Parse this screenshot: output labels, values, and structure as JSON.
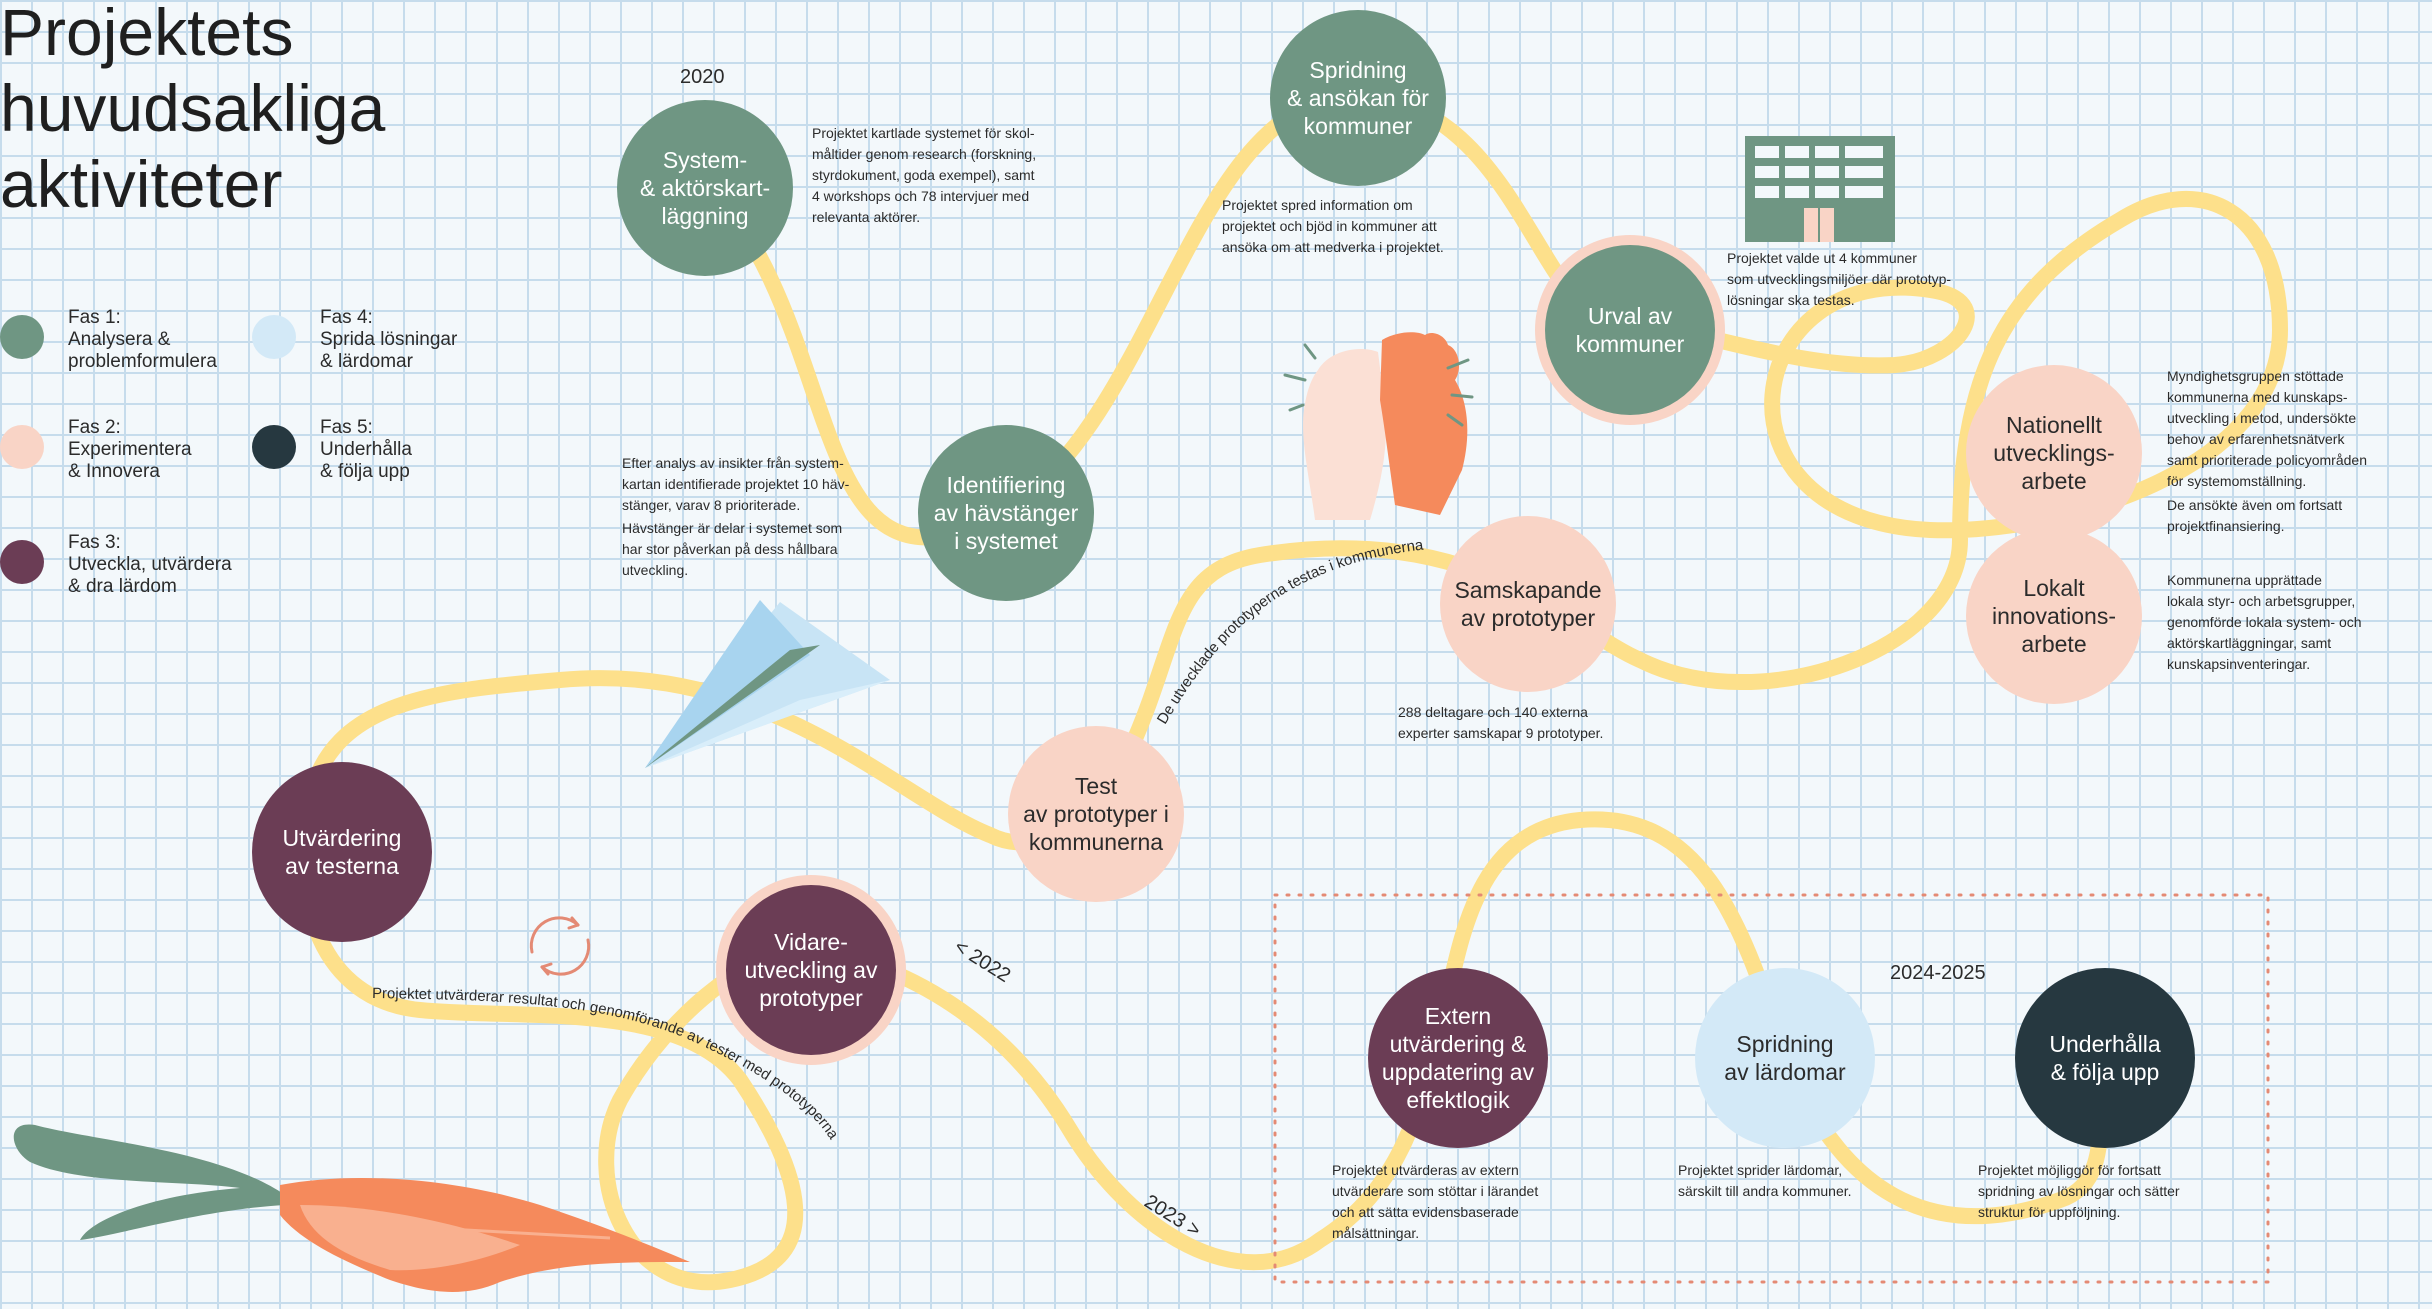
{
  "title": "Projektets\nhuvudsakliga\naktiviteter",
  "colors": {
    "phase1": "#6f9683",
    "phase2": "#f9d4c6",
    "phase3": "#6b3d55",
    "phase4": "#d3e9f7",
    "phase5": "#263840",
    "path": "#fde08b",
    "dotted_frame": "#e48a74"
  },
  "legend": [
    {
      "label": "Fas 1:\nAnalysera &\nproblemformulera"
    },
    {
      "label": "Fas 2:\nExperimentera\n& Innovera"
    },
    {
      "label": "Fas 3:\nUtveckla, utvärdera\n& dra lärdom"
    },
    {
      "label": "Fas 4:\nSprida lösningar\n & lärdomar"
    },
    {
      "label": "Fas 5:\nUnderhålla\n& följa upp"
    }
  ],
  "years": {
    "y2020": "2020",
    "y2022": "< 2022",
    "y2023": "2023 >",
    "y2024": "2024-2025"
  },
  "nodes": {
    "system": "System-\n& aktörskart-\nläggning",
    "identifiering": "Identifiering\nav hävstänger\ni systemet",
    "spridning_kommuner": "Spridning\n& ansökan för\nkommuner",
    "urval": "Urval av\nkommuner",
    "nationellt": "Nationellt\nutvecklings-\narbete",
    "lokalt": "Lokalt\ninnovations-\narbete",
    "samskapande": "Samskapande\nav prototyper",
    "test": "Test\nav prototyper i\nkommunerna",
    "utvardering": "Utvärdering\nav testerna",
    "vidare": "Vidare-\nutveckling av\nprototyper",
    "extern": "Extern\nutvärdering &\nuppdatering av\neffektlogik",
    "spridning_lardomar": "Spridning\nav lärdomar",
    "underhalla": "Underhålla\n& följa upp"
  },
  "notes": {
    "system": "Projektet kartlade systemet för skol-\nmåltider genom research (forskning,\nstyrdokument, goda exempel), samt\n4 workshops och 78 intervjuer med\nrelevanta aktörer.",
    "spridning": "Projektet spred information om\nprojektet och bjöd in kommuner att\nansöka om att medverka i projektet.",
    "urval": "Projektet valde ut 4 kommuner\nsom utvecklingsmiljöer där prototyp-\nlösningar ska testas.",
    "hav_a": "Efter analys av insikter från system-\nkartan identifierade projektet 10 häv-\nstänger, varav 8 prioriterade.",
    "hav_b": "Hävstänger är delar i systemet som\nhar stor påverkan på dess hållbara\nutveckling.",
    "nat_a": "Myndighetsgruppen stöttade\nkommunerna med kunskaps-\nutveckling i metod, undersökte\nbehov av erfarenhetsnätverk\nsamt prioriterade policyområden\nför systemomställning.",
    "nat_b": "De ansökte även om fortsatt\nprojektfinansiering.",
    "lokalt": "Kommunerna upprättade\nlokala styr- och arbetsgrupper,\ngenomförde lokala system- och\naktörskartläggningar, samt\nkunskapsinventeringar.",
    "samskapande": "288 deltagare och 140 externa\nexperter samskapar 9 prototyper.",
    "extern": "Projektet utvärderas av extern\nutvärderare som stöttar i lärandet\noch att sätta evidensbaserade\nmålsättningar.",
    "spridning_lardomar": "Projektet sprider lärdomar,\nsärskilt till andra kommuner.",
    "underhalla": "Projektet möjliggör för fortsatt\nspridning av lösningar och sätter\nstruktur för uppföljning."
  },
  "curved_labels": {
    "test_path": "De utvecklade prototyperna testas i kommunerna",
    "utv_path": "Projektet utvärderar resultat och genomförande av tester med prototyperna"
  },
  "icons": {
    "building": "building-icon",
    "high_five": "high-five-icon",
    "paper_plane": "paper-plane-icon",
    "refresh": "refresh-icon",
    "carrot": "carrot-icon"
  }
}
